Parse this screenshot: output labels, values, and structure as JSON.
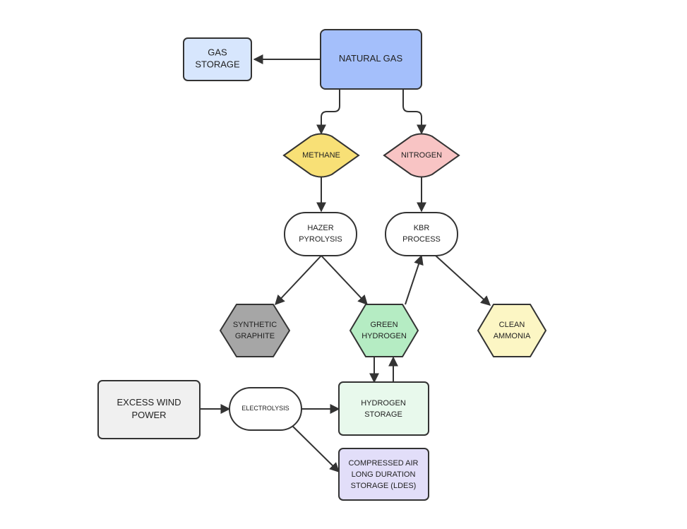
{
  "colors": {
    "natural_gas": "#a4bffb",
    "gas_storage": "#d7e6fd",
    "methane": "#f8e076",
    "nitrogen": "#f8c4c4",
    "hazer_pyrolysis": "#ffffff",
    "kbr_process": "#ffffff",
    "synthetic_graphite": "#a6a6a6",
    "green_hydrogen": "#b5ecc3",
    "clean_ammonia": "#fcf6c4",
    "excess_wind_power": "#f0f0f0",
    "electrolysis": "#ffffff",
    "hydrogen_storage": "#e8f9ec",
    "compressed_air": "#e2def9",
    "stroke": "#333333"
  },
  "nodes": {
    "natural_gas": {
      "lines": [
        "NATURAL GAS"
      ]
    },
    "gas_storage": {
      "lines": [
        "GAS",
        "STORAGE"
      ]
    },
    "methane": {
      "lines": [
        "METHANE"
      ]
    },
    "nitrogen": {
      "lines": [
        "NITROGEN"
      ]
    },
    "hazer_pyrolysis": {
      "lines": [
        "HAZER",
        "PYROLYSIS"
      ]
    },
    "kbr_process": {
      "lines": [
        "KBR",
        "PROCESS"
      ]
    },
    "synthetic_graphite": {
      "lines": [
        "SYNTHETIC",
        "GRAPHITE"
      ]
    },
    "green_hydrogen": {
      "lines": [
        "GREEN",
        "HYDROGEN"
      ]
    },
    "clean_ammonia": {
      "lines": [
        "CLEAN",
        "AMMONIA"
      ]
    },
    "excess_wind_power": {
      "lines": [
        "EXCESS WIND",
        "POWER"
      ]
    },
    "electrolysis": {
      "lines": [
        "ELECTROLYSIS"
      ]
    },
    "hydrogen_storage": {
      "lines": [
        "HYDROGEN",
        "STORAGE"
      ]
    },
    "compressed_air": {
      "lines": [
        "COMPRESSED AIR",
        "LONG DURATION",
        "STORAGE (LDES)"
      ]
    }
  },
  "edges": [
    {
      "from": "natural_gas",
      "to": "gas_storage"
    },
    {
      "from": "natural_gas",
      "to": "methane"
    },
    {
      "from": "natural_gas",
      "to": "nitrogen"
    },
    {
      "from": "methane",
      "to": "hazer_pyrolysis"
    },
    {
      "from": "nitrogen",
      "to": "kbr_process"
    },
    {
      "from": "hazer_pyrolysis",
      "to": "synthetic_graphite"
    },
    {
      "from": "hazer_pyrolysis",
      "to": "green_hydrogen"
    },
    {
      "from": "green_hydrogen",
      "to": "kbr_process"
    },
    {
      "from": "kbr_process",
      "to": "clean_ammonia"
    },
    {
      "from": "green_hydrogen",
      "to": "hydrogen_storage"
    },
    {
      "from": "hydrogen_storage",
      "to": "green_hydrogen"
    },
    {
      "from": "excess_wind_power",
      "to": "electrolysis"
    },
    {
      "from": "electrolysis",
      "to": "hydrogen_storage"
    },
    {
      "from": "electrolysis",
      "to": "compressed_air"
    }
  ]
}
